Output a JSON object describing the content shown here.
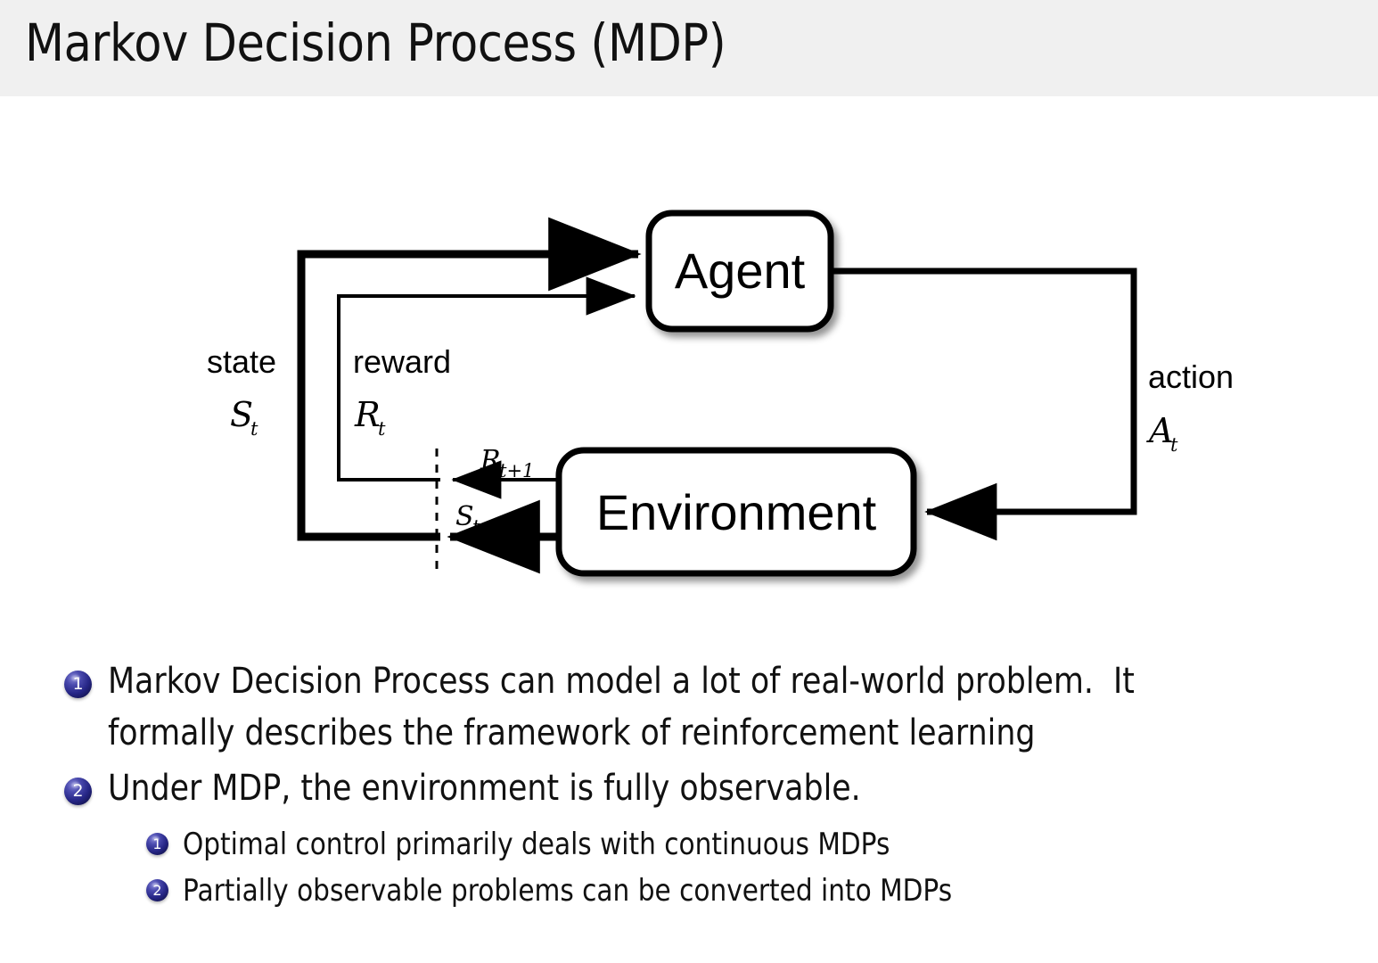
{
  "header": {
    "title": "Markov Decision Process (MDP)",
    "background_color": "#f0f0f0"
  },
  "diagram": {
    "name": "agent-environment-interaction-loop",
    "nodes": [
      {
        "id": "agent",
        "label": "Agent"
      },
      {
        "id": "environment",
        "label": "Environment"
      }
    ],
    "labels": {
      "state_word": "state",
      "state_symbol": "S",
      "state_subscript": "t",
      "reward_word": "reward",
      "reward_symbol": "R",
      "reward_subscript": "t",
      "action_word": "action",
      "action_symbol": "A",
      "action_subscript": "t",
      "reward_next_symbol": "R",
      "reward_next_subscript": "t+1",
      "state_next_symbol": "S",
      "state_next_subscript": "t+1"
    },
    "stroke_color": "#000000",
    "box_fill": "#ffffff"
  },
  "bullets": {
    "level1": [
      {
        "number": "1",
        "text": "Markov Decision Process can model a lot of real-world problem.  It formally describes the framework of reinforcement learning"
      },
      {
        "number": "2",
        "text": "Under MDP, the environment is fully observable."
      }
    ],
    "level2": [
      {
        "number": "1",
        "text": "Optimal control primarily deals with continuous MDPs"
      },
      {
        "number": "2",
        "text": "Partially observable problems can be converted into MDPs"
      }
    ],
    "bullet_color": "#252585"
  }
}
